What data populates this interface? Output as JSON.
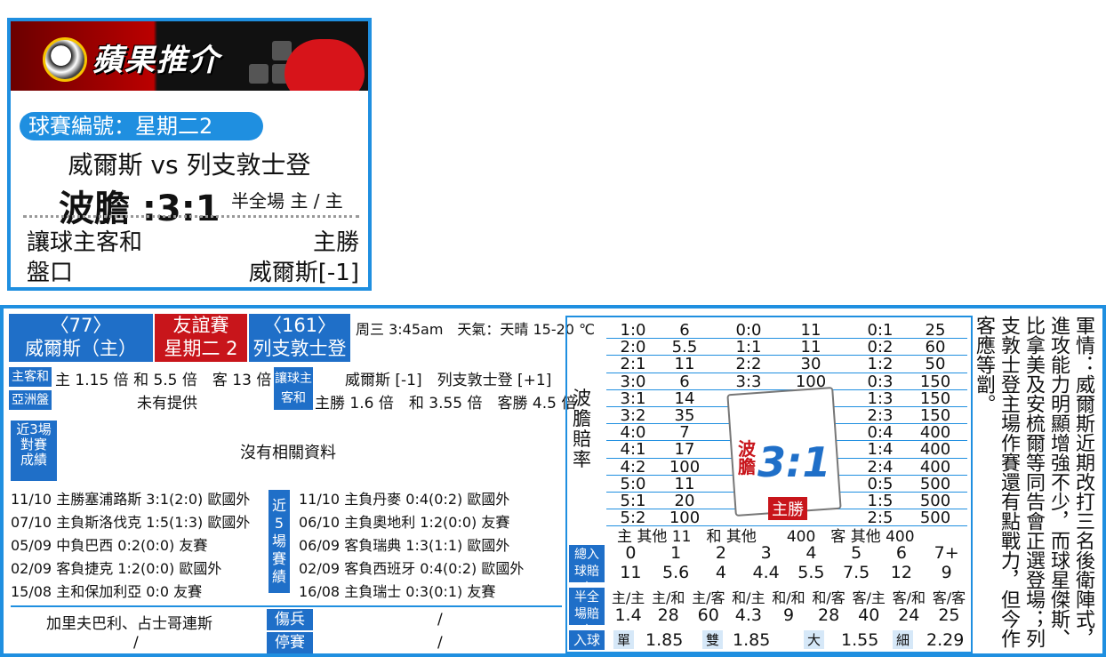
{
  "card": {
    "banner_title": "蘋果推介",
    "match_no": "球賽編號：星期二2",
    "teams": "威爾斯 vs 列支敦士登",
    "predict_label": "波膽 :3:1",
    "half_full": "半全場 主 / 主",
    "handicap_label": "讓球主客和",
    "handicap_value": "主勝",
    "pankou_label": "盤口",
    "pankou_value": "威爾斯[-1]"
  },
  "header": {
    "home_no": "〈77〉",
    "home_name": "威爾斯（主）",
    "match_type": "友誼賽",
    "match_day": "星期二 2",
    "away_no": "〈161〉",
    "away_name": "列支敦士登",
    "time_weather": "周三 3:45am　天氣：天晴 15-20 ℃"
  },
  "odds": {
    "hda_label": "主客和",
    "hda_text": "主 1.15 倍 和 5.5 倍　客 13 倍",
    "asia_label": "亞洲盤",
    "asia_text": "未有提供",
    "hc_label1": "讓球主",
    "hc_label2": "客和",
    "hc_line1": "威爾斯 [-1]　列支敦士登 [+1]",
    "hc_line2": "主勝 1.6 倍　和 3.55 倍　客勝 4.5 倍"
  },
  "h2h": {
    "label": "近3場對賽成績",
    "text": "沒有相關資料"
  },
  "recent": {
    "label": "近5場賽績",
    "home": [
      "11/10 主勝塞浦路斯 3:1(2:0) 歐國外",
      "07/10 主負斯洛伐克 1:5(1:3) 歐國外",
      "05/09 中負巴西 0:2(0:0) 友賽",
      "02/09 客負捷克 1:2(0:0) 歐國外",
      "15/08 主和保加利亞 0:0 友賽"
    ],
    "away": [
      "11/10 主負丹麥 0:4(0:2) 歐國外",
      "06/10 主負奧地利 1:2(0:0) 友賽",
      "06/09 客負瑞典 1:3(1:1) 歐國外",
      "02/09 客負西班牙 0:4(0:2) 歐國外",
      "16/08 主負瑞士 0:3(0:1) 友賽"
    ]
  },
  "injury": {
    "label1": "傷兵",
    "label2": "停賽",
    "home_injury": "加里夫巴利、占士哥連斯",
    "home_ban": "/",
    "away_injury": "/",
    "away_ban": "/"
  },
  "correct_score": {
    "label": "波膽賠率",
    "home": [
      [
        "1:0",
        "6"
      ],
      [
        "2:0",
        "5.5"
      ],
      [
        "2:1",
        "11"
      ],
      [
        "3:0",
        "6"
      ],
      [
        "3:1",
        "14"
      ],
      [
        "3:2",
        "35"
      ],
      [
        "4:0",
        "7"
      ],
      [
        "4:1",
        "17"
      ],
      [
        "4:2",
        "100"
      ],
      [
        "5:0",
        "11"
      ],
      [
        "5:1",
        "20"
      ],
      [
        "5:2",
        "100"
      ]
    ],
    "draw": [
      [
        "0:0",
        "11"
      ],
      [
        "1:1",
        "11"
      ],
      [
        "2:2",
        "30"
      ],
      [
        "3:3",
        "100"
      ]
    ],
    "away": [
      [
        "0:1",
        "25"
      ],
      [
        "0:2",
        "60"
      ],
      [
        "1:2",
        "50"
      ],
      [
        "0:3",
        "150"
      ],
      [
        "1:3",
        "150"
      ],
      [
        "2:3",
        "150"
      ],
      [
        "0:4",
        "400"
      ],
      [
        "1:4",
        "400"
      ],
      [
        "2:4",
        "400"
      ],
      [
        "0:5",
        "500"
      ],
      [
        "1:5",
        "500"
      ],
      [
        "2:5",
        "500"
      ]
    ],
    "others": "主 其他 11　和 其他　　400　客 其他 400",
    "pick_text": "波膽",
    "pick_score": "3:1",
    "pick_hf": "主勝"
  },
  "total_goals": {
    "label": "總入球賠率",
    "goals": [
      "0",
      "1",
      "2",
      "3",
      "4",
      "5",
      "6",
      "7+"
    ],
    "odds": [
      "11",
      "5.6",
      "4",
      "4.4",
      "5.5",
      "7.5",
      "12",
      "9"
    ]
  },
  "half_full": {
    "label": "半全場賠率",
    "heads": [
      "主/主",
      "主/和",
      "主/客",
      "和/主",
      "和/和",
      "和/客",
      "客/主",
      "客/和",
      "客/客"
    ],
    "odds": [
      "1.4",
      "28",
      "60",
      "4.3",
      "9",
      "28",
      "40",
      "24",
      "25"
    ]
  },
  "goals": {
    "label": "入球",
    "odd_label": "單",
    "odd": "1.85",
    "even_label": "雙",
    "even": "1.85",
    "big_label": "大",
    "big": "1.55",
    "small_label": "細",
    "small": "2.29"
  },
  "analysis": "軍情：威爾斯近期改打三名後衛陣式，進攻能力明顯增強不少，而球星傑斯、比拿美及安梳爾等同告會正選登場；列支敦士登主場作賽還有點戰力，但今作客應等劏。"
}
